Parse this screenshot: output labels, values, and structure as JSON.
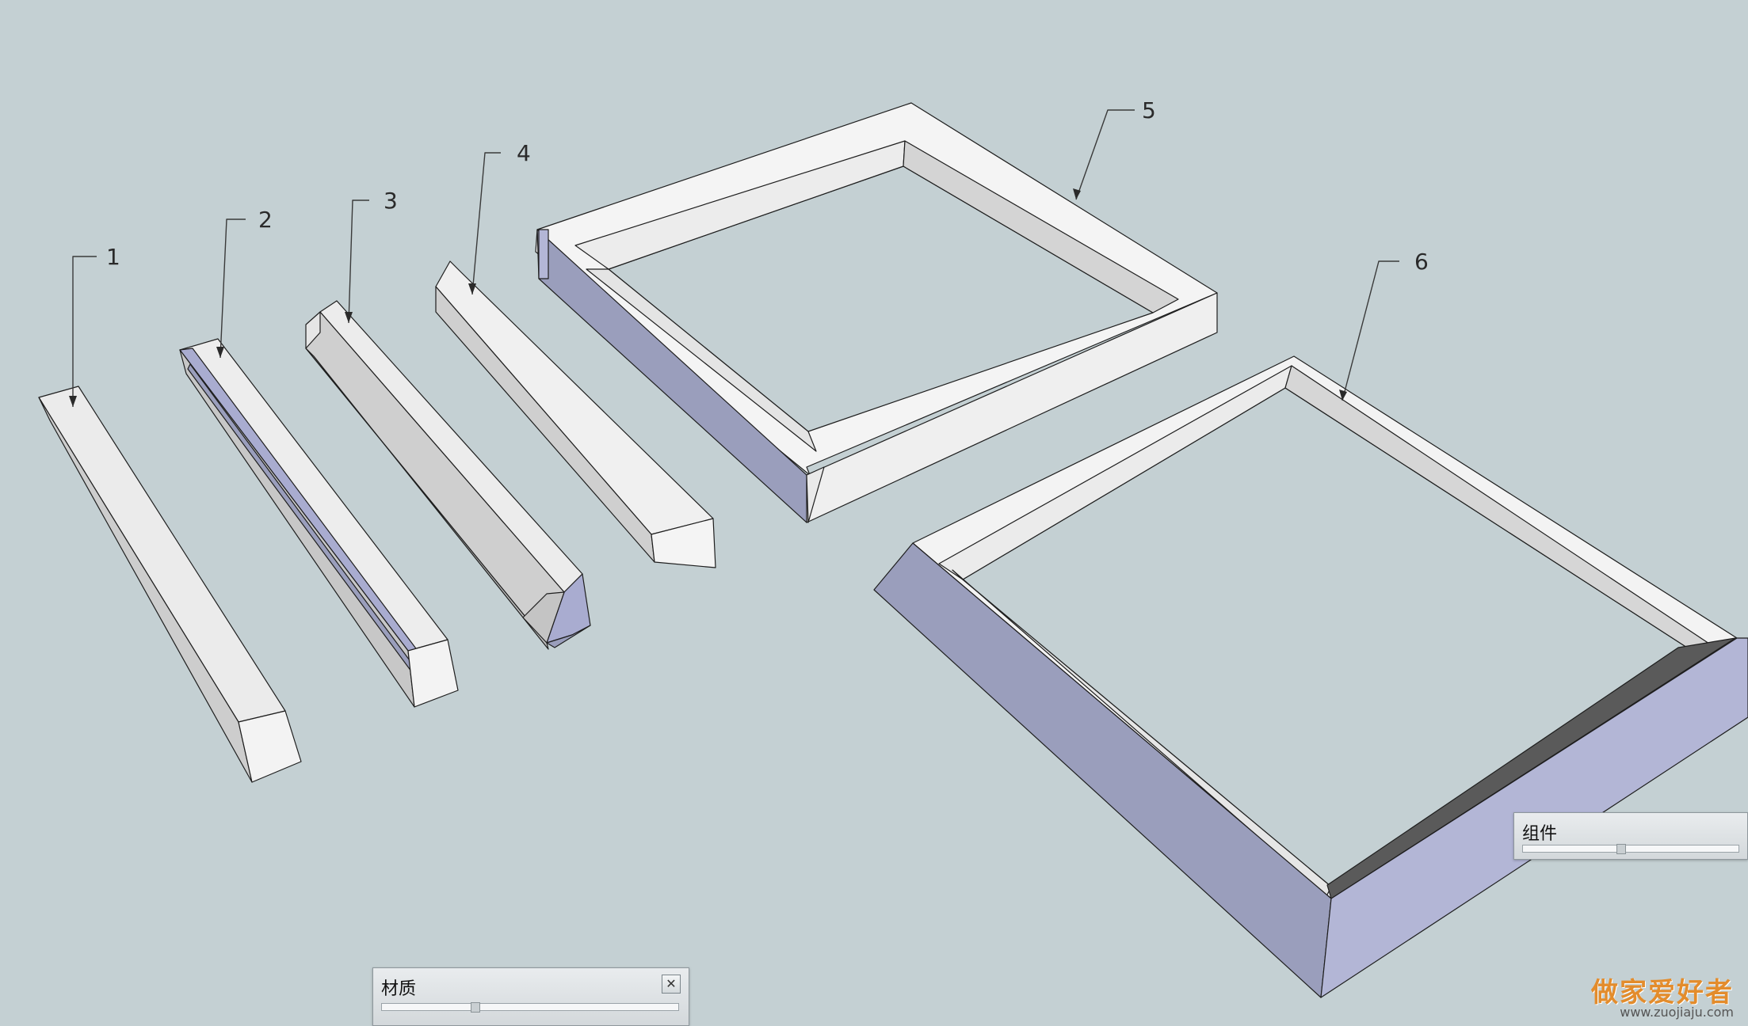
{
  "callouts": [
    {
      "label": "1"
    },
    {
      "label": "2"
    },
    {
      "label": "3"
    },
    {
      "label": "4"
    },
    {
      "label": "5"
    },
    {
      "label": "6"
    }
  ],
  "panels": {
    "materials": {
      "title": "材质",
      "close_icon": "close-icon"
    },
    "components": {
      "title": "组件"
    }
  },
  "watermark": {
    "logo_text": "做家爱好者",
    "url": "www.zuojiaju.com"
  },
  "colors": {
    "background": "#c4d0d3",
    "face_light": "#f2f2f2",
    "face_mid": "#e2e2e2",
    "face_shade": "#c9c9c9",
    "face_back": "#9a9ebc",
    "face_back_light": "#b3b6d6",
    "edge": "#1a1a1a"
  }
}
